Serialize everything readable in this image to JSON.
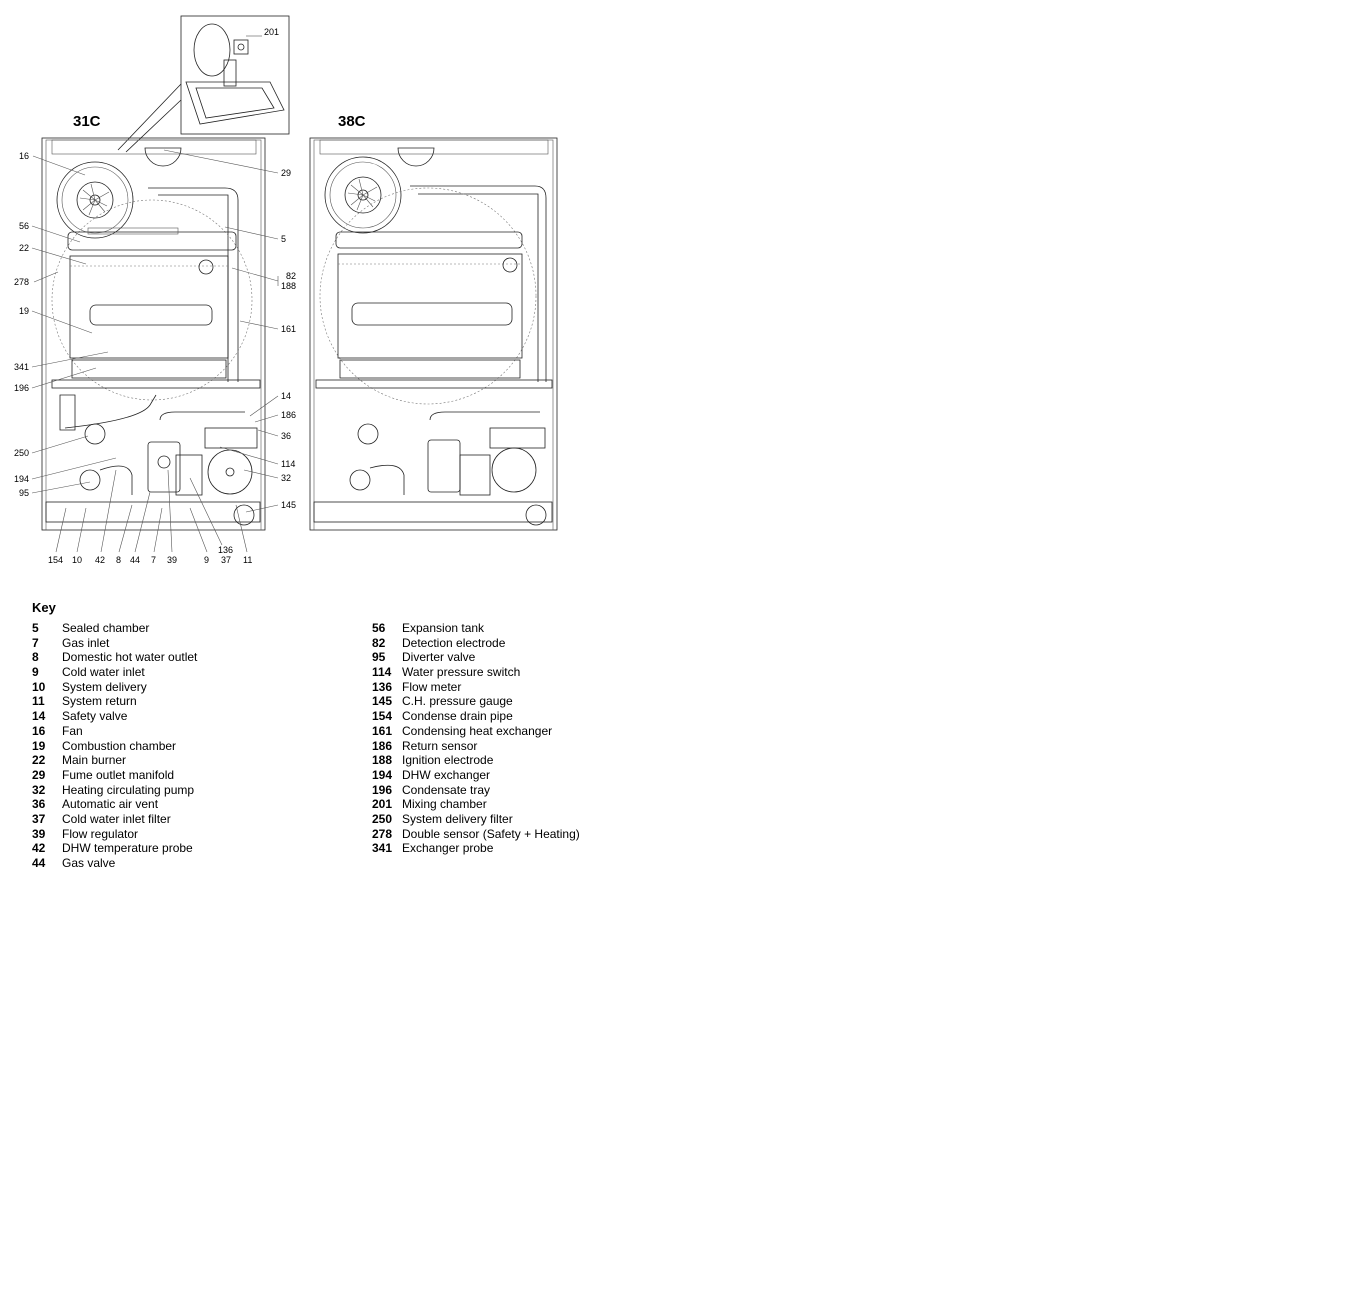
{
  "diagram": {
    "models": [
      "31C",
      "38C"
    ],
    "inset_label": "201",
    "callouts_left": [
      "16",
      "56",
      "22",
      "278",
      "19",
      "341",
      "196",
      "250",
      "194",
      "95"
    ],
    "callouts_right": [
      "29",
      "5",
      "82",
      "188",
      "161",
      "14",
      "186",
      "36",
      "114",
      "32",
      "145"
    ],
    "callouts_bottom": [
      "154",
      "10",
      "42",
      "8",
      "44",
      "7",
      "39",
      "9",
      "136",
      "37",
      "11"
    ]
  },
  "key": {
    "title": "Key",
    "column1": [
      {
        "num": "5",
        "label": "Sealed chamber"
      },
      {
        "num": "7",
        "label": "Gas inlet"
      },
      {
        "num": "8",
        "label": "Domestic hot water outlet"
      },
      {
        "num": "9",
        "label": "Cold water inlet"
      },
      {
        "num": "10",
        "label": "System delivery"
      },
      {
        "num": "11",
        "label": "System return"
      },
      {
        "num": "14",
        "label": "Safety valve"
      },
      {
        "num": "16",
        "label": "Fan"
      },
      {
        "num": "19",
        "label": "Combustion chamber"
      },
      {
        "num": "22",
        "label": "Main burner"
      },
      {
        "num": "29",
        "label": "Fume outlet manifold"
      },
      {
        "num": "32",
        "label": "Heating circulating pump"
      },
      {
        "num": "36",
        "label": "Automatic air vent"
      },
      {
        "num": "37",
        "label": "Cold water inlet filter"
      },
      {
        "num": "39",
        "label": "Flow regulator"
      },
      {
        "num": "42",
        "label": "DHW temperature probe"
      },
      {
        "num": "44",
        "label": "Gas valve"
      }
    ],
    "column2": [
      {
        "num": "56",
        "label": "Expansion tank"
      },
      {
        "num": "82",
        "label": "Detection electrode"
      },
      {
        "num": "95",
        "label": "Diverter valve"
      },
      {
        "num": "114",
        "label": "Water pressure switch"
      },
      {
        "num": "136",
        "label": "Flow meter"
      },
      {
        "num": "145",
        "label": "C.H. pressure gauge"
      },
      {
        "num": "154",
        "label": "Condense drain pipe"
      },
      {
        "num": "161",
        "label": "Condensing heat exchanger"
      },
      {
        "num": "186",
        "label": "Return sensor"
      },
      {
        "num": "188",
        "label": "Ignition electrode"
      },
      {
        "num": "194",
        "label": "DHW exchanger"
      },
      {
        "num": "196",
        "label": "Condensate tray"
      },
      {
        "num": "201",
        "label": "Mixing chamber"
      },
      {
        "num": "250",
        "label": "System delivery filter"
      },
      {
        "num": "278",
        "label": "Double sensor (Safety + Heating)"
      },
      {
        "num": "341",
        "label": "Exchanger probe"
      }
    ]
  }
}
